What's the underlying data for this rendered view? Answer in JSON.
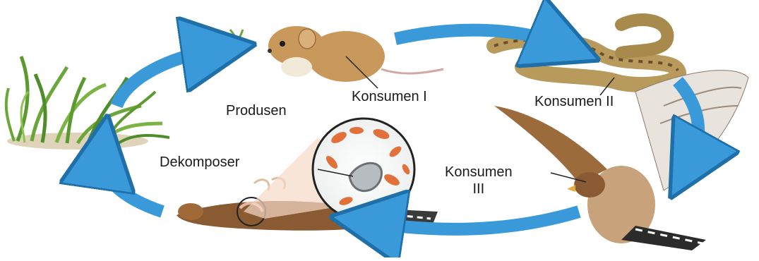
{
  "diagram": {
    "labels": {
      "produsen": "Produsen",
      "konsumen_1": "Konsumen I",
      "konsumen_2": "Konsumen II",
      "konsumen_3_line1": "Konsumen",
      "konsumen_3_line2": "III",
      "dekomposer": "Dekomposer"
    },
    "colors": {
      "arrow": "#3a9ad9",
      "arrow_edge": "#1f6fa8",
      "grass": "#6aa63a",
      "mouse": "#c9995c",
      "snake": "#b89a5c",
      "hawk": "#8a5a32",
      "bacteria": "#e2703a"
    },
    "icons": [
      "grass-icon",
      "mouse-icon",
      "snake-icon",
      "hawk-icon",
      "dead-hawk-icon",
      "magnifier-icon"
    ]
  }
}
